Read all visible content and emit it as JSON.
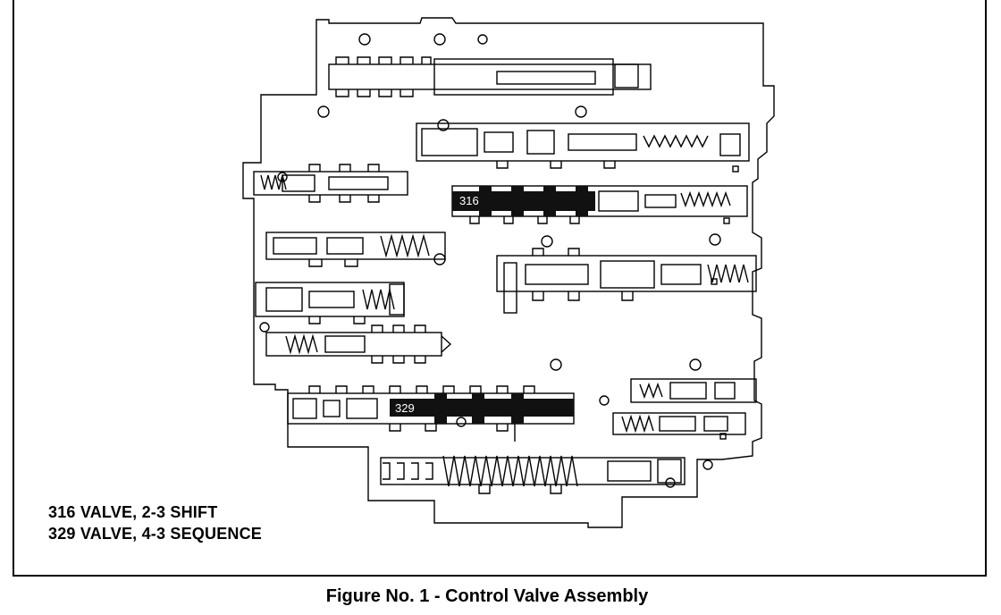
{
  "diagram": {
    "callouts": [
      {
        "id": "316",
        "text": "316"
      },
      {
        "id": "329",
        "text": "329"
      }
    ],
    "legend": [
      "316 VALVE, 2-3 SHIFT",
      "329 VALVE, 4-3 SEQUENCE"
    ],
    "caption": "Figure No. 1 - Control Valve Assembly",
    "colors": {
      "ink": "#000000",
      "paper": "#ffffff",
      "highlight": "#111111"
    }
  }
}
